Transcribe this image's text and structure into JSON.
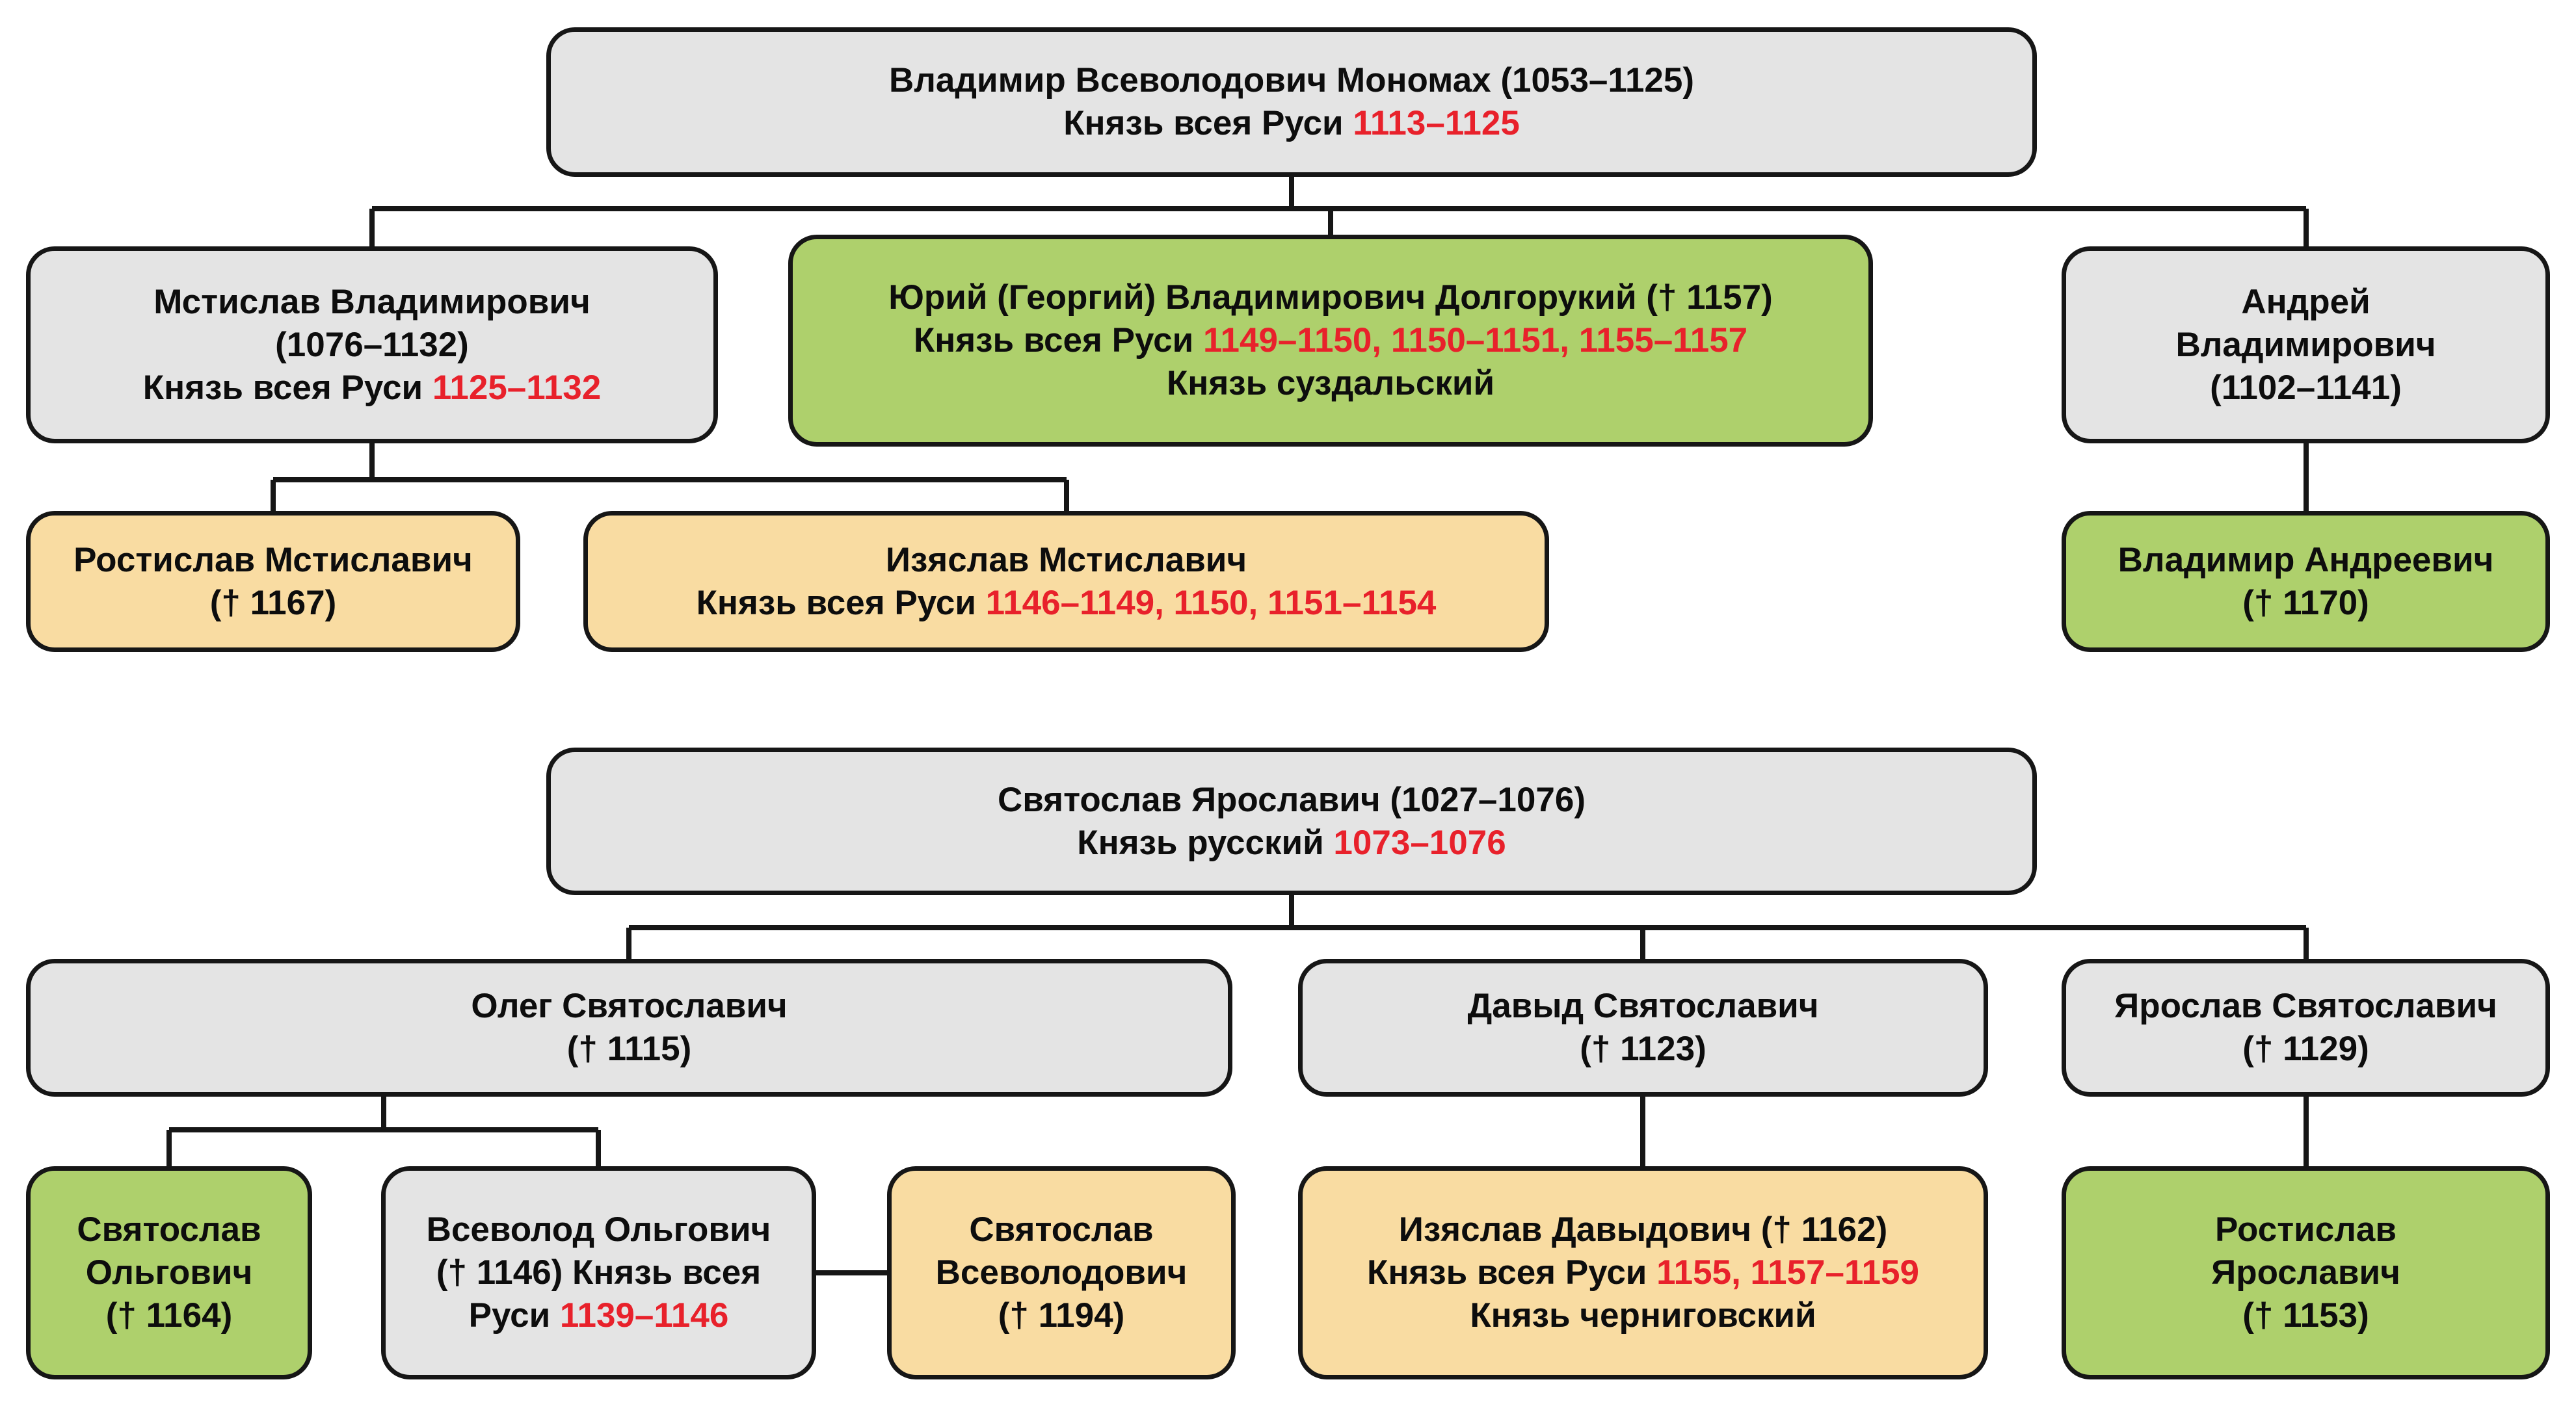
{
  "colors": {
    "gray": "#e4e4e4",
    "green": "#aed06c",
    "tan": "#f9dca2",
    "red": "#e8212b",
    "line": "#161616"
  },
  "nodes": {
    "monomakh": {
      "color": "gray",
      "lines": [
        [
          {
            "t": "Владимир Всеволодович Мономах (1053–1125)"
          }
        ],
        [
          {
            "t": "Князь всея Руси "
          },
          {
            "t": "1113–1125",
            "red": true
          }
        ]
      ]
    },
    "mstislav": {
      "color": "gray",
      "lines": [
        [
          {
            "t": "Мстислав Владимирович"
          }
        ],
        [
          {
            "t": "(1076–1132)"
          }
        ],
        [
          {
            "t": "Князь всея Руси "
          },
          {
            "t": "1125–1132",
            "red": true
          }
        ]
      ]
    },
    "yuri": {
      "color": "green",
      "lines": [
        [
          {
            "t": "Юрий (Георгий) Владимирович Долгорукий († 1157)"
          }
        ],
        [
          {
            "t": "Князь всея Руси "
          },
          {
            "t": "1149–1150, 1150–1151, 1155–1157",
            "red": true
          }
        ],
        [
          {
            "t": "Князь суздальский"
          }
        ]
      ]
    },
    "andrei": {
      "color": "gray",
      "lines": [
        [
          {
            "t": "Андрей"
          }
        ],
        [
          {
            "t": "Владимирович"
          }
        ],
        [
          {
            "t": "(1102–1141)"
          }
        ]
      ]
    },
    "rostislav_mst": {
      "color": "tan",
      "lines": [
        [
          {
            "t": "Ростислав Мстиславич"
          }
        ],
        [
          {
            "t": "(† 1167)"
          }
        ]
      ]
    },
    "izyaslav_mst": {
      "color": "tan",
      "lines": [
        [
          {
            "t": "Изяслав Мстиславич"
          }
        ],
        [
          {
            "t": "Князь всея Руси "
          },
          {
            "t": "1146–1149, 1150, 1151–1154",
            "red": true
          }
        ]
      ]
    },
    "vladimir_andr": {
      "color": "green",
      "lines": [
        [
          {
            "t": "Владимир Андреевич"
          }
        ],
        [
          {
            "t": "(† 1170)"
          }
        ]
      ]
    },
    "svyatoslav_root": {
      "color": "gray",
      "lines": [
        [
          {
            "t": "Святослав Ярославич (1027–1076)"
          }
        ],
        [
          {
            "t": "Князь русский "
          },
          {
            "t": "1073–1076",
            "red": true
          }
        ]
      ]
    },
    "oleg": {
      "color": "gray",
      "lines": [
        [
          {
            "t": "Олег Святославич"
          }
        ],
        [
          {
            "t": "(† 1115)"
          }
        ]
      ]
    },
    "davyd": {
      "color": "gray",
      "lines": [
        [
          {
            "t": "Давыд Святославич"
          }
        ],
        [
          {
            "t": "(† 1123)"
          }
        ]
      ]
    },
    "yaroslav": {
      "color": "gray",
      "lines": [
        [
          {
            "t": "Ярослав Святославич"
          }
        ],
        [
          {
            "t": "(† 1129)"
          }
        ]
      ]
    },
    "svyatoslav_olg": {
      "color": "green",
      "lines": [
        [
          {
            "t": "Святослав"
          }
        ],
        [
          {
            "t": "Ольгович"
          }
        ],
        [
          {
            "t": "(† 1164)"
          }
        ]
      ]
    },
    "vsevolod": {
      "color": "gray",
      "lines": [
        [
          {
            "t": "Всеволод Ольгович"
          }
        ],
        [
          {
            "t": "(† 1146) Князь всея"
          }
        ],
        [
          {
            "t": "Руси "
          },
          {
            "t": "1139–1146",
            "red": true
          }
        ]
      ]
    },
    "svyatoslav_vsev": {
      "color": "tan",
      "lines": [
        [
          {
            "t": "Святослав"
          }
        ],
        [
          {
            "t": "Всеволодович"
          }
        ],
        [
          {
            "t": "(† 1194)"
          }
        ]
      ]
    },
    "izyaslav_dav": {
      "color": "tan",
      "lines": [
        [
          {
            "t": "Изяслав Давыдович († 1162)"
          }
        ],
        [
          {
            "t": "Князь всея Руси "
          },
          {
            "t": "1155, 1157–1159",
            "red": true
          }
        ],
        [
          {
            "t": "Князь черниговский"
          }
        ]
      ]
    },
    "rostislav_yar": {
      "color": "green",
      "lines": [
        [
          {
            "t": "Ростислав"
          }
        ],
        [
          {
            "t": "Ярославич"
          }
        ],
        [
          {
            "t": "(† 1153)"
          }
        ]
      ]
    }
  }
}
